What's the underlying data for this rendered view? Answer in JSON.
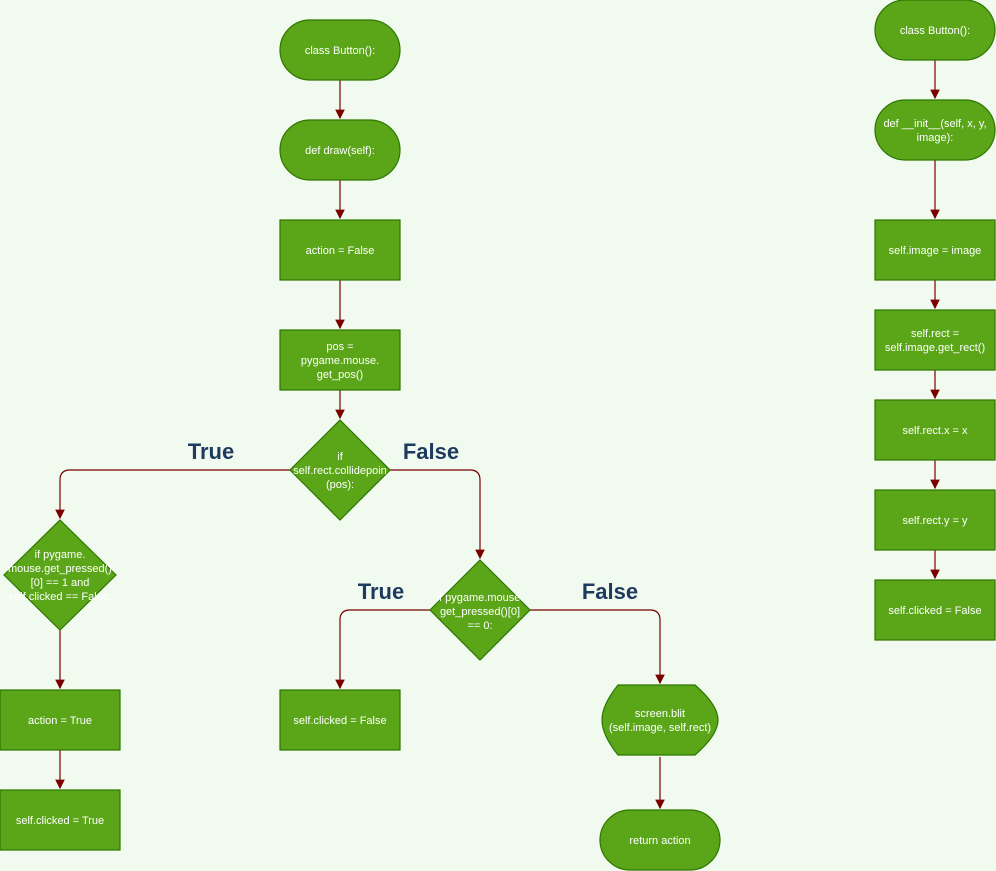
{
  "colors": {
    "node_fill": "#5aa618",
    "node_stroke": "#2d7600",
    "edge": "#7a0000",
    "label": "#1e3a5f",
    "background": "#f1faee"
  },
  "left_flow": {
    "start": "class Button():",
    "draw": "def draw(self):",
    "action_false": "action = False",
    "pos": [
      "pos =",
      "pygame.mouse.",
      "get_pos()"
    ],
    "collide": [
      "if",
      "self.rect.collidepoin",
      "(pos):"
    ],
    "pressed_check": [
      "if pygame.",
      "mouse.get_pressed()",
      "[0] == 1 and",
      "self.clicked == False:"
    ],
    "action_true": "action = True",
    "clicked_true": "self.clicked = True",
    "released_check": [
      "if pygame.mouse.",
      "get_pressed()[0]",
      "== 0:"
    ],
    "clicked_false": "self.clicked = False",
    "blit": [
      "screen.blit",
      "(self.image, self.rect)"
    ],
    "return": "return action"
  },
  "right_flow": {
    "start": "class Button():",
    "init": [
      "def __init__(self, x, y,",
      "image):"
    ],
    "image": "self.image = image",
    "rect": [
      "self.rect =",
      "self.image.get_rect()"
    ],
    "x": "self.rect.x = x",
    "y": "self.rect.y = y",
    "clicked": "self.clicked = False"
  },
  "branch_labels": {
    "collide_true": "True",
    "collide_false": "False",
    "released_true": "True",
    "released_false": "False"
  }
}
